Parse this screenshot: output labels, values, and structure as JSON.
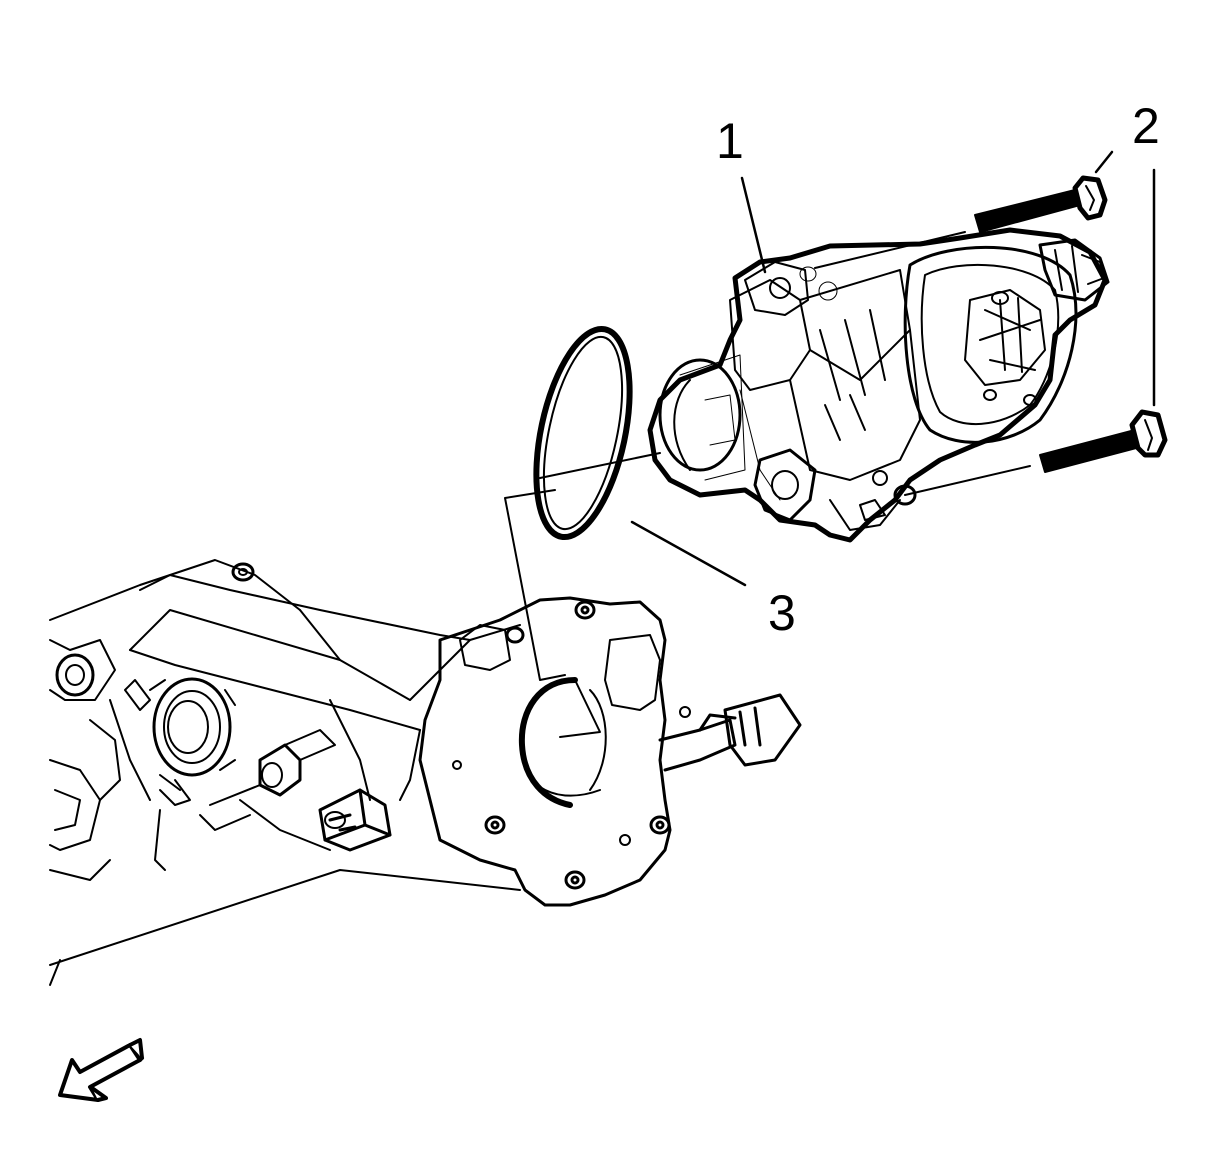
{
  "callouts": {
    "c1": "1",
    "c2": "2",
    "c3": "3"
  },
  "parts": [
    {
      "id": "1",
      "icon": "egr-valve-icon"
    },
    {
      "id": "2",
      "icon": "bolt-icon"
    },
    {
      "id": "3",
      "icon": "o-ring-icon"
    }
  ],
  "colors": {
    "line": "#000000",
    "fill": "#ffffff"
  }
}
